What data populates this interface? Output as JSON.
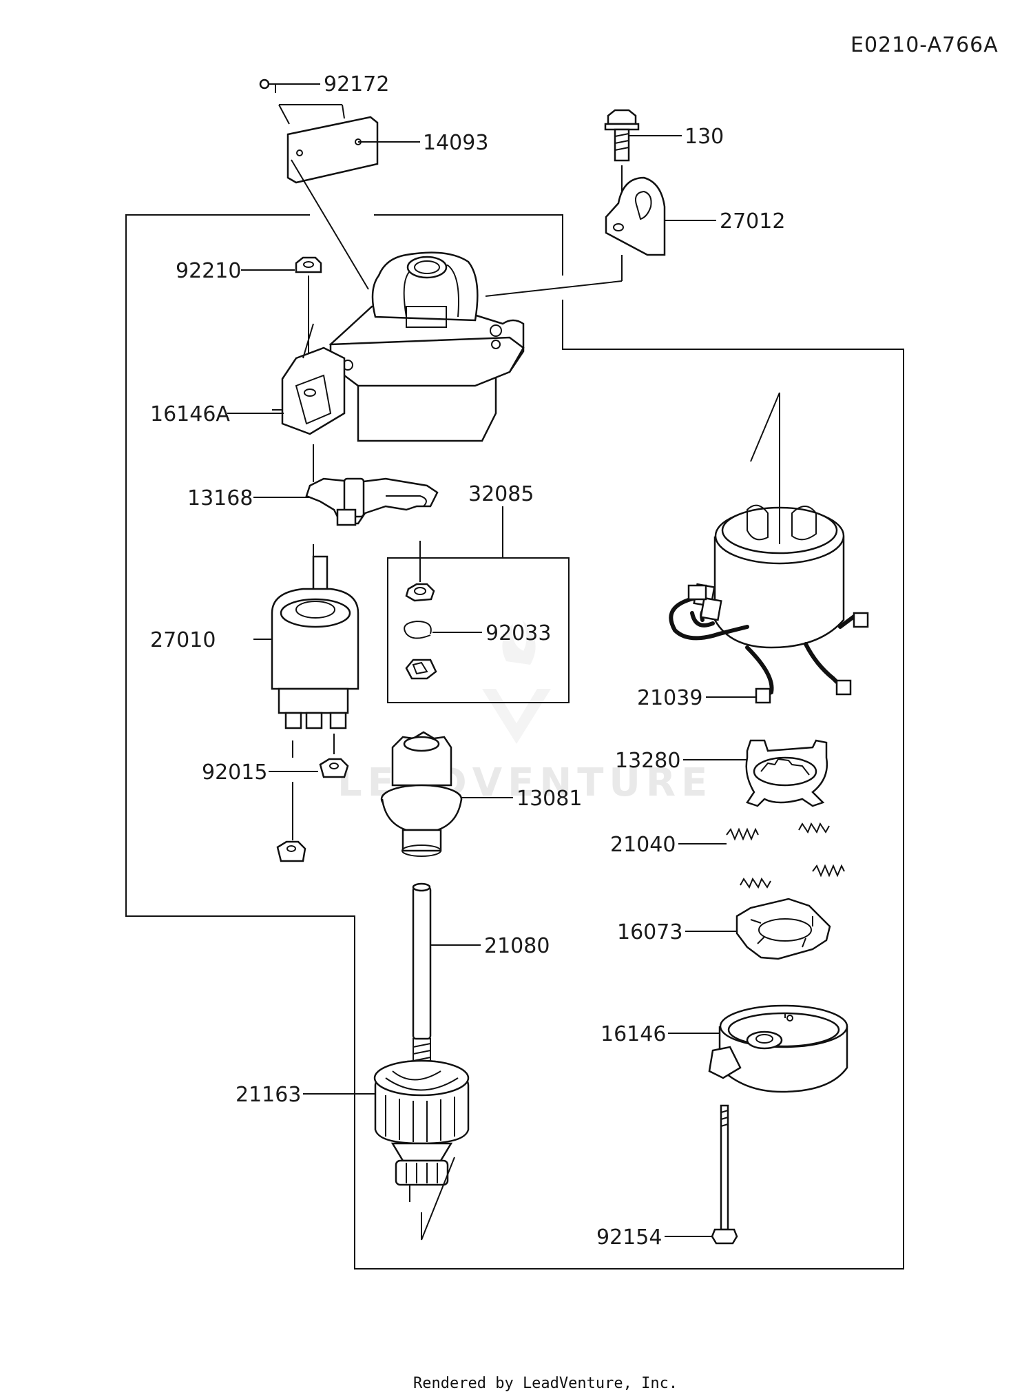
{
  "diagram_code": "E0210-A766A",
  "footer": "Rendered by LeadVenture, Inc.",
  "watermark": "LEADVENTURE",
  "parts": {
    "p92172": "92172",
    "p14093": "14093",
    "p130": "130",
    "p27012": "27012",
    "p92210": "92210",
    "p16146A": "16146A",
    "p13168": "13168",
    "p32085": "32085",
    "p92033": "92033",
    "p27010": "27010",
    "p21039": "21039",
    "p13280": "13280",
    "p92015": "92015",
    "p13081": "13081",
    "p21040": "21040",
    "p21080": "21080",
    "p16073": "16073",
    "p16146": "16146",
    "p21163": "21163",
    "p92154": "92154"
  },
  "colors": {
    "line": "#111111",
    "background": "#ffffff",
    "watermark": "#e9e9e9"
  }
}
